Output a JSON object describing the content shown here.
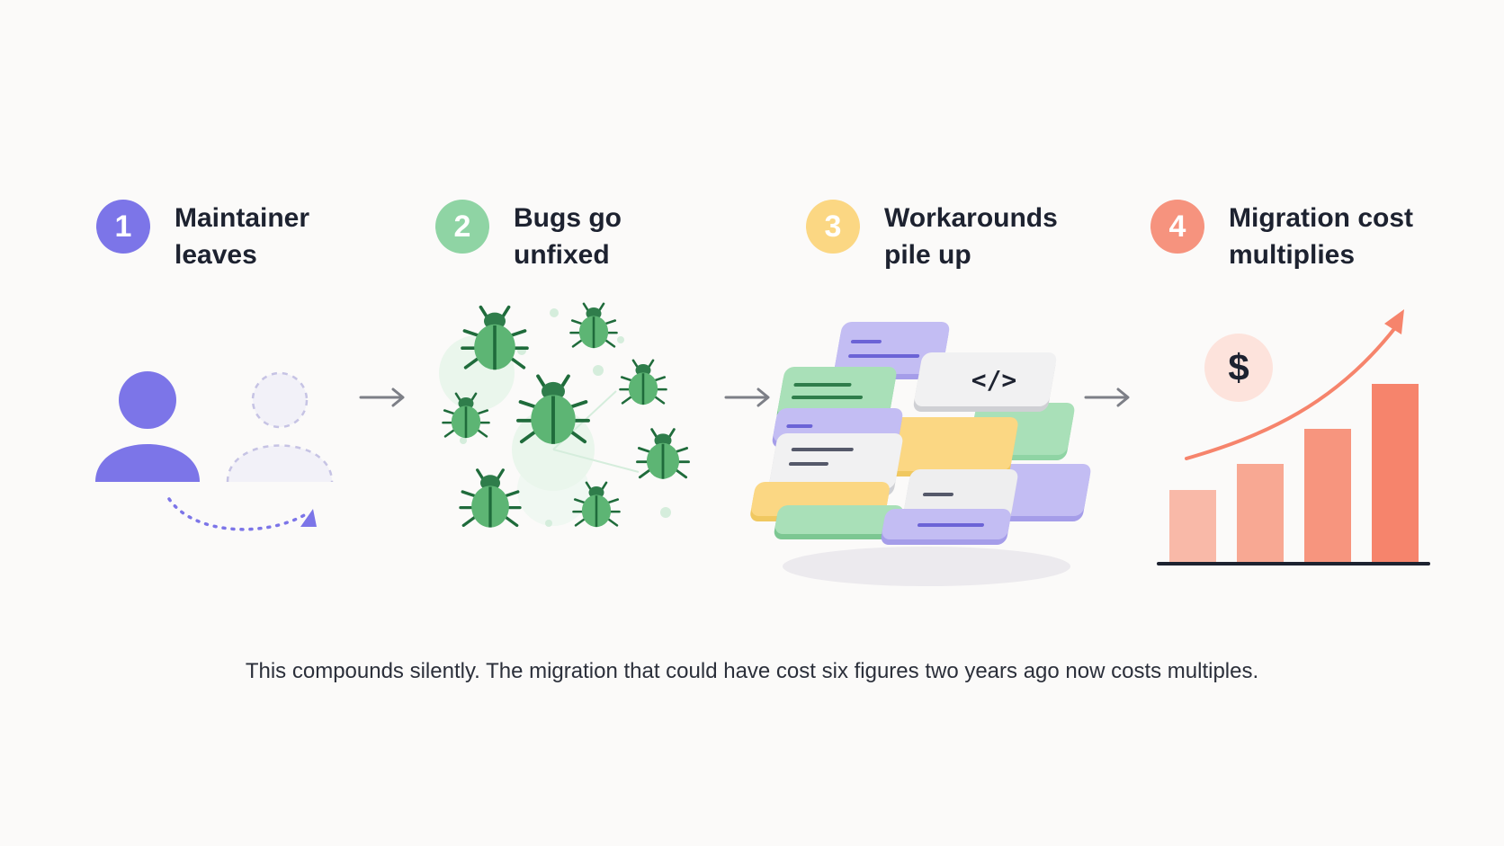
{
  "steps": [
    {
      "number": "1",
      "title_line1": "Maintainer",
      "title_line2": "leaves",
      "color": "#7c75e8",
      "icon": "person-leaving-icon"
    },
    {
      "number": "2",
      "title_line1": "Bugs go",
      "title_line2": "unfixed",
      "color": "#8fd4a4",
      "icon": "bugs-icon"
    },
    {
      "number": "3",
      "title_line1": "Workarounds",
      "title_line2": "pile up",
      "color": "#fbd783",
      "icon": "stacked-code-cards-icon"
    },
    {
      "number": "4",
      "title_line1": "Migration cost",
      "title_line2": "multiplies",
      "color": "#f6937e",
      "icon": "rising-cost-chart-icon"
    }
  ],
  "cost_symbol": "$",
  "code_symbol": "</>",
  "caption": "This compounds silently. The migration that could have cost six figures two years ago now costs multiples."
}
